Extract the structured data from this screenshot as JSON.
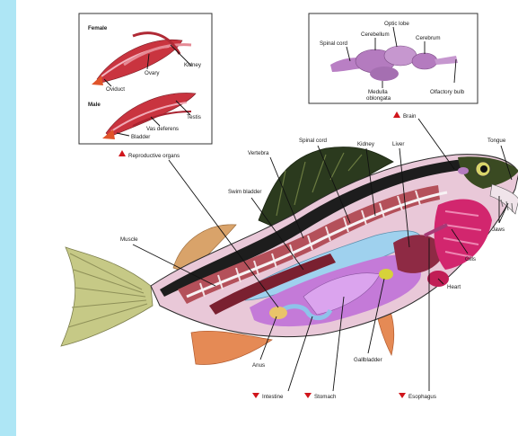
{
  "inset_reproductive": {
    "female_heading": "Female",
    "male_heading": "Male",
    "ovary": "Ovary",
    "kidney": "Kidney",
    "oviduct": "Oviduct",
    "testis": "Testis",
    "vas_deferens": "Vas deferens",
    "bladder": "Bladder"
  },
  "inset_brain": {
    "optic_lobe": "Optic lobe",
    "cerebellum": "Cerebellum",
    "spinal_cord": "Spinal cord",
    "cerebrum": "Cerebrum",
    "medulla_oblongata_1": "Medulla",
    "medulla_oblongata_2": "oblongata",
    "olfactory_bulb": "Olfactory bulb"
  },
  "labels": {
    "reproductive_organs": "Reproductive organs",
    "brain": "Brain",
    "vertebra": "Vertebra",
    "spinal_cord": "Spinal cord",
    "kidney": "Kidney",
    "liver": "Liver",
    "tongue": "Tongue",
    "swim_bladder": "Swim bladder",
    "muscle": "Muscle",
    "jaws": "Jaws",
    "gills": "Gills",
    "heart": "Heart",
    "anus": "Anus",
    "gallbladder": "Gallbladder",
    "intestine": "Intestine",
    "stomach": "Stomach",
    "esophagus": "Esophagus"
  },
  "colors": {
    "marker_red": "#d0151b",
    "page_background": "#aee6f5"
  }
}
